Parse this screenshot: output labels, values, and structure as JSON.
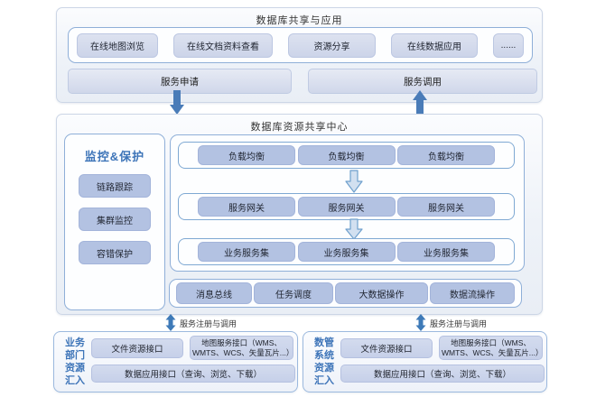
{
  "colors": {
    "accent_blue": "#4a7cb8",
    "pill_fill": "#b3c2e2",
    "pill_light_fill": "#d3daec",
    "box_border_blue": "#8fafd8",
    "title_blue": "#3d74b8"
  },
  "top_section": {
    "title": "数据库共享与应用",
    "apps": [
      "在线地图浏览",
      "在线文档资料查看",
      "资源分享",
      "在线数据应用",
      "......"
    ],
    "service_request": "服务申请",
    "service_invoke": "服务调用"
  },
  "center_section": {
    "title": "数据库资源共享中心",
    "monitor": {
      "title": "监控&保护",
      "items": [
        "链路跟踪",
        "集群监控",
        "容错保护"
      ]
    },
    "tiers": [
      {
        "items": [
          "负载均衡",
          "负载均衡",
          "负载均衡"
        ]
      },
      {
        "items": [
          "服务网关",
          "服务网关",
          "服务网关"
        ]
      },
      {
        "items": [
          "业务服务集",
          "业务服务集",
          "业务服务集"
        ]
      }
    ],
    "platform_items": [
      "消息总线",
      "任务调度",
      "大数据操作",
      "数据流操作"
    ]
  },
  "connectors": {
    "register_label_left": "服务注册与调用",
    "register_label_right": "服务注册与调用"
  },
  "bottom_sections": [
    {
      "side_label_lines": [
        "业务",
        "部门",
        "资源",
        "汇入"
      ],
      "file_interface": "文件资源接口",
      "map_interface": "地图服务接口（WMS、WMTS、WCS、矢量瓦片...）",
      "data_interface": "数据应用接口（查询、浏览、下载）"
    },
    {
      "side_label_lines": [
        "数管",
        "系统",
        "资源",
        "汇入"
      ],
      "file_interface": "文件资源接口",
      "map_interface": "地图服务接口（WMS、WMTS、WCS、矢量瓦片...）",
      "data_interface": "数据应用接口（查询、浏览、下载）"
    }
  ]
}
